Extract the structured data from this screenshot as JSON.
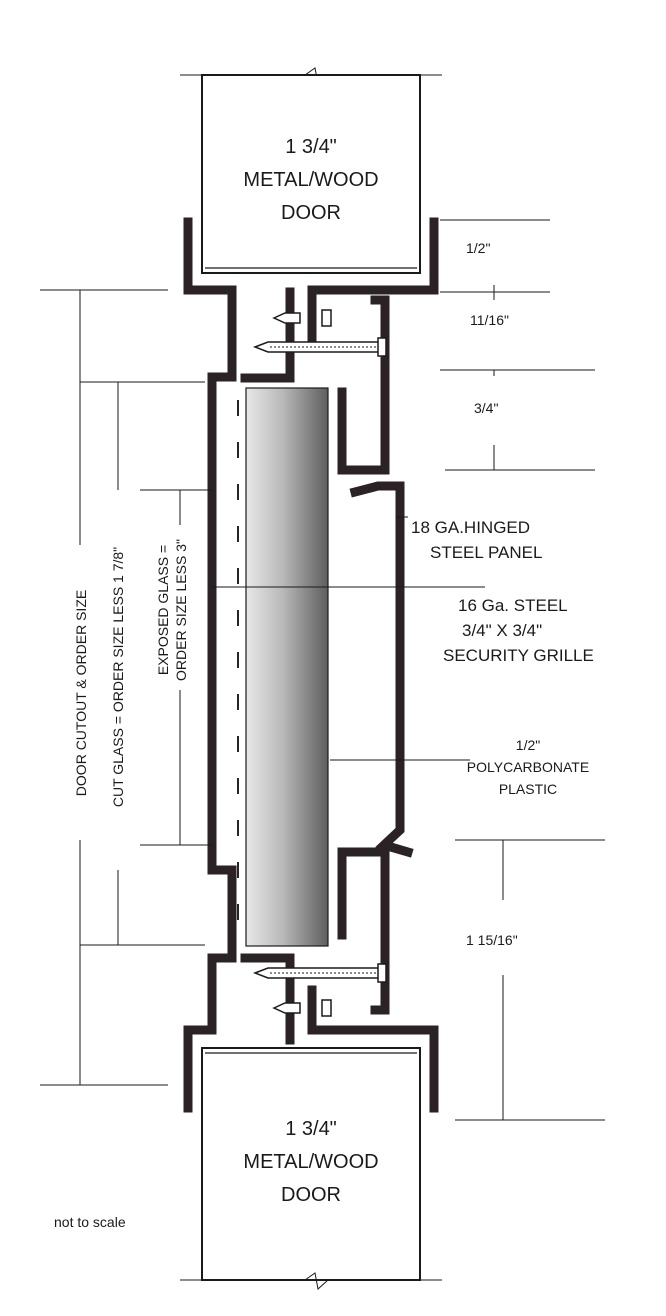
{
  "labels": {
    "top_door": [
      "1 3/4\"",
      "METAL/WOOD",
      "DOOR"
    ],
    "bottom_door": [
      "1 3/4\"",
      "METAL/WOOD",
      "DOOR"
    ],
    "dim_half": "1/2\"",
    "dim_eleven_sixteenths": "11/16\"",
    "dim_three_quarter": "3/4\"",
    "dim_one_fifteen_sixteenths": "1 15/16\"",
    "hinged_panel": [
      "18 GA.HINGED",
      "STEEL PANEL"
    ],
    "security_grille": [
      "16 Ga. STEEL",
      "3/4\" X 3/4\"",
      "SECURITY GRILLE"
    ],
    "polycarbonate": [
      "1/2\"",
      "POLYCARBONATE",
      "PLASTIC"
    ],
    "door_cutout": "DOOR CUTOUT & ORDER SIZE",
    "cut_glass": "CUT GLASS = ORDER SIZE LESS 1 7/8\"",
    "exposed_glass": [
      "EXPOSED GLASS =",
      "ORDER SIZE LESS 3\""
    ],
    "not_to_scale": "not to scale"
  },
  "colors": {
    "frame": "#2a2224",
    "line": "#1a1a1a",
    "glass_dark": "#6e6e6e",
    "glass_light": "#e6e6e6"
  }
}
